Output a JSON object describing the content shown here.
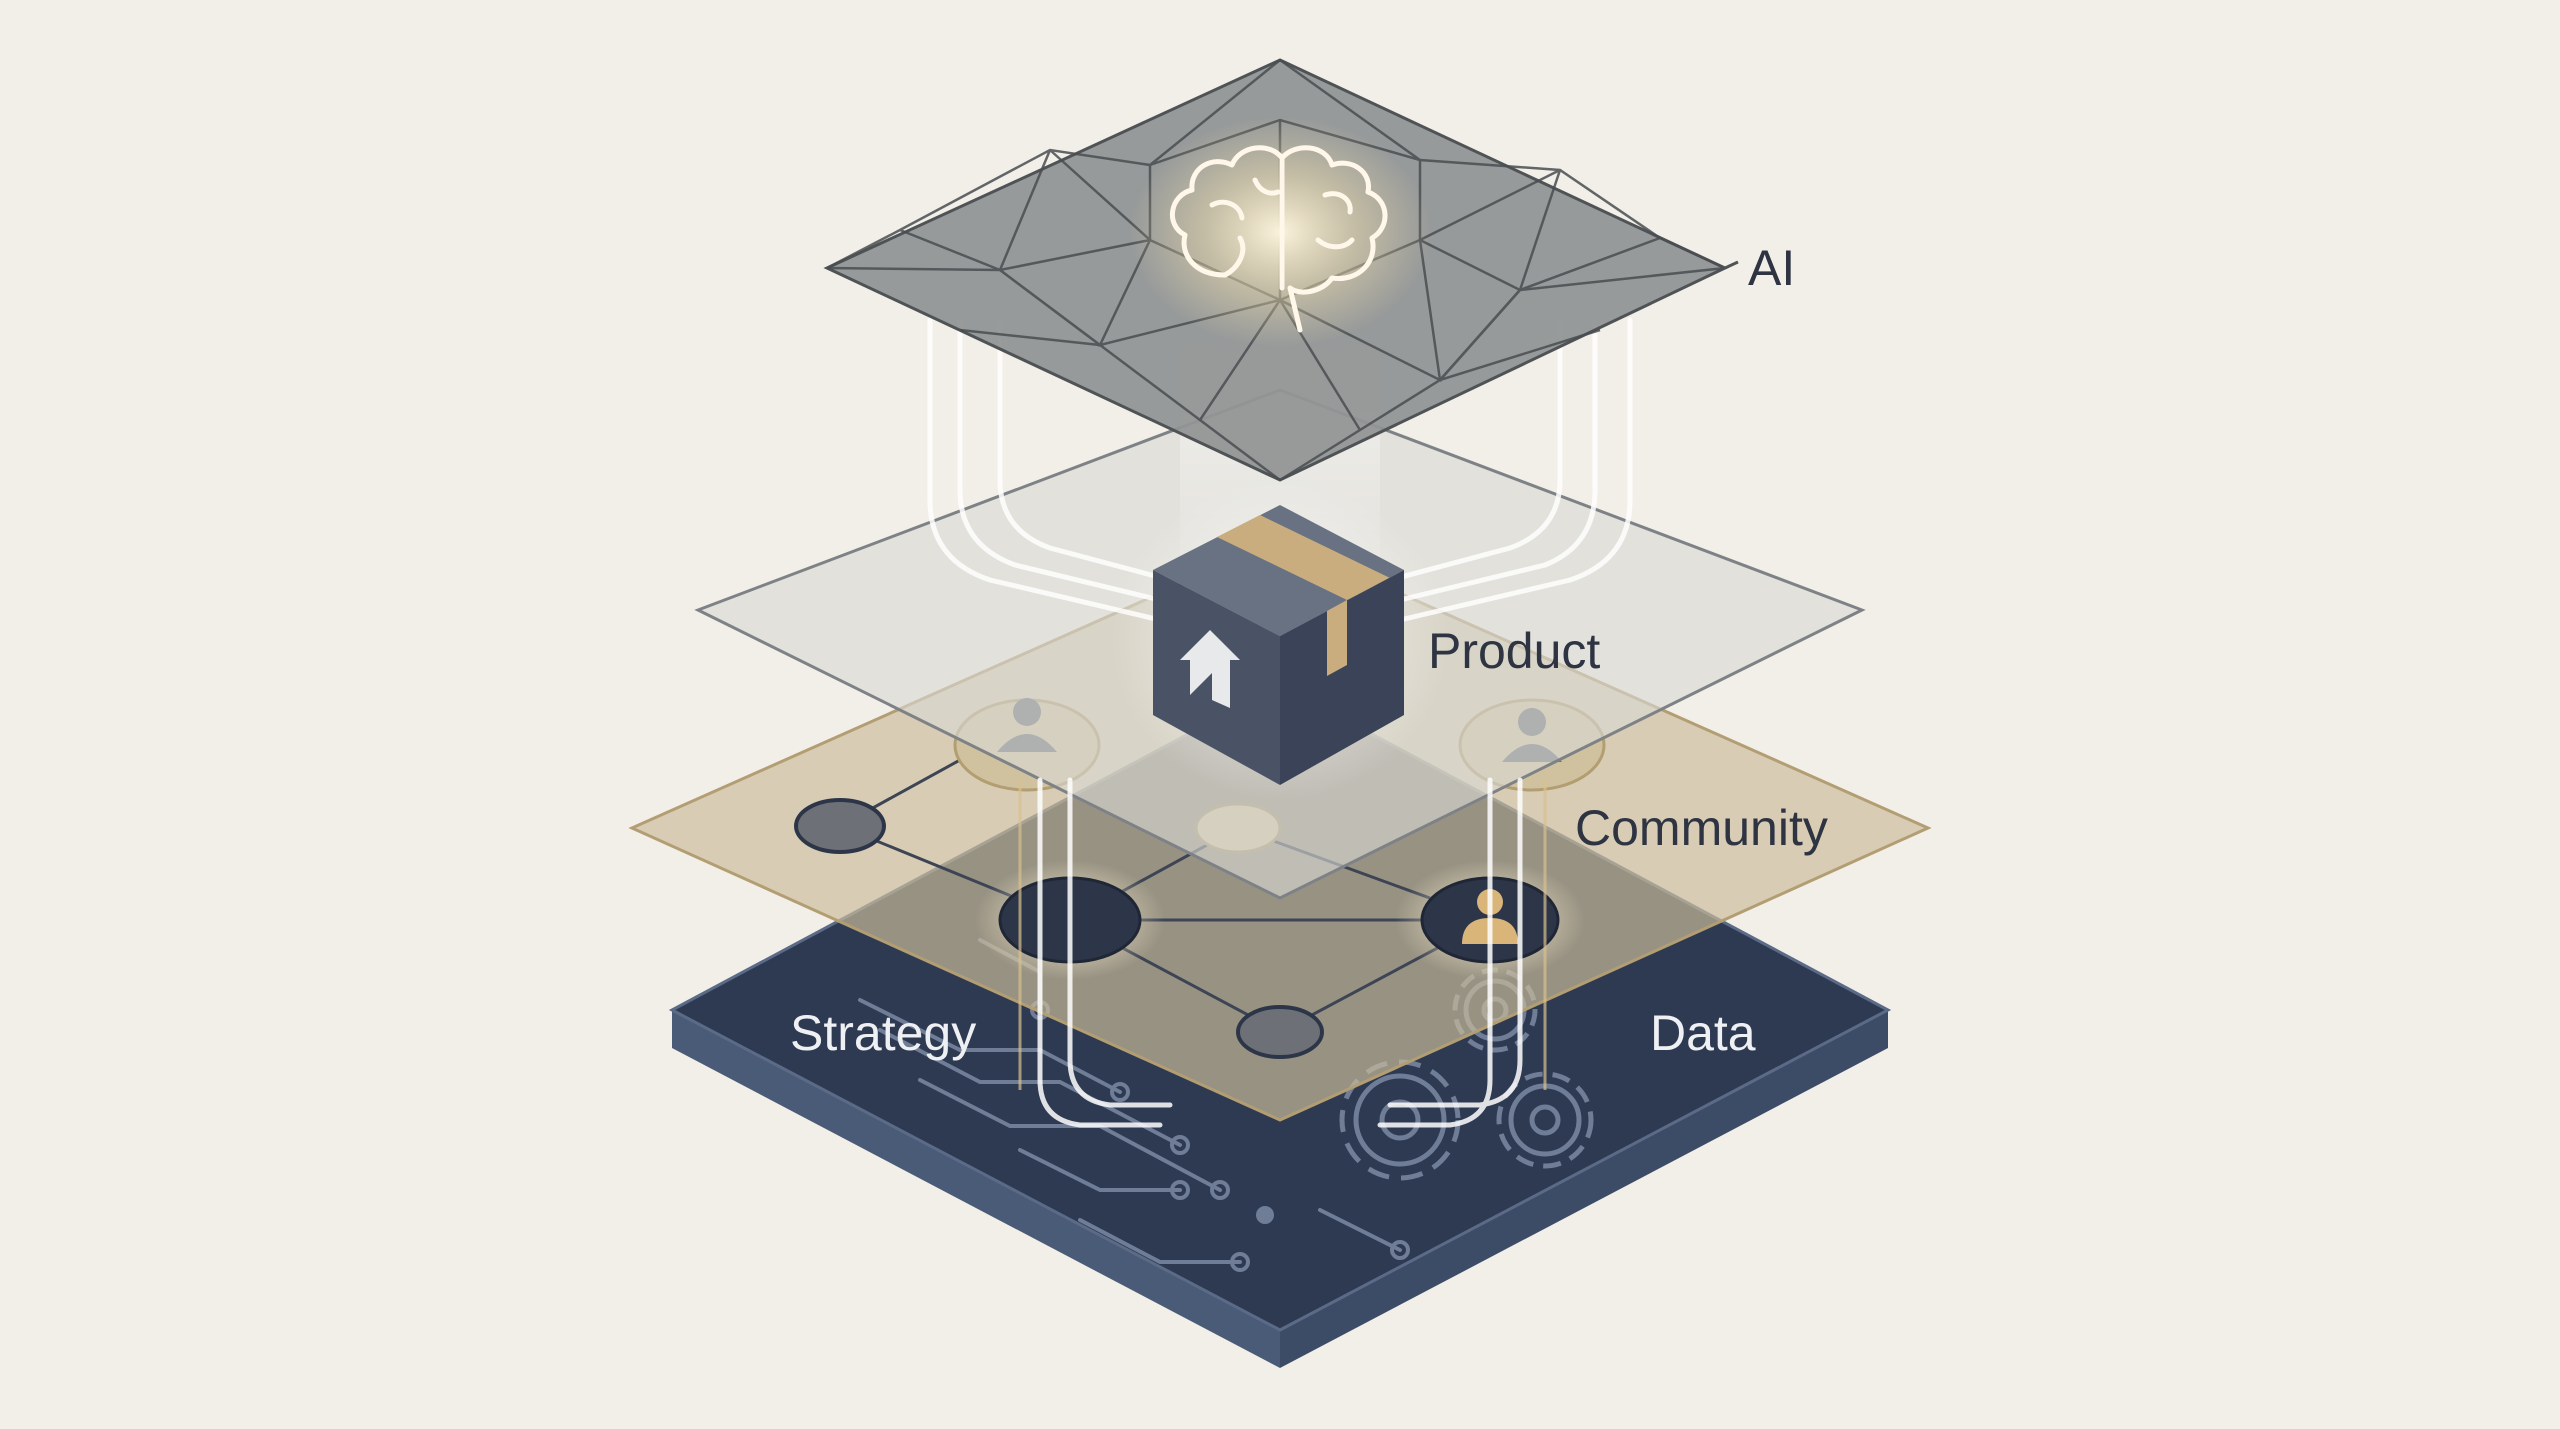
{
  "diagram": {
    "layers": [
      {
        "id": "ai",
        "label": "AI",
        "icon": "brain-icon"
      },
      {
        "id": "product",
        "label": "Product",
        "icon": "package-box-icon"
      },
      {
        "id": "community",
        "label": "Community",
        "icon": "user-icon"
      },
      {
        "id": "base",
        "labels": [
          "Strategy",
          "Data"
        ],
        "icon": "gear-icon"
      }
    ]
  },
  "colors": {
    "background": "#f2efe8",
    "ai_plane": "#8f9293",
    "product_plane": "#d6d7d2",
    "community_plane": "#cbbd9b",
    "base_plane": "#2e3a52",
    "accent_gold": "#c9ad7e",
    "node_dark": "#2d3648"
  }
}
